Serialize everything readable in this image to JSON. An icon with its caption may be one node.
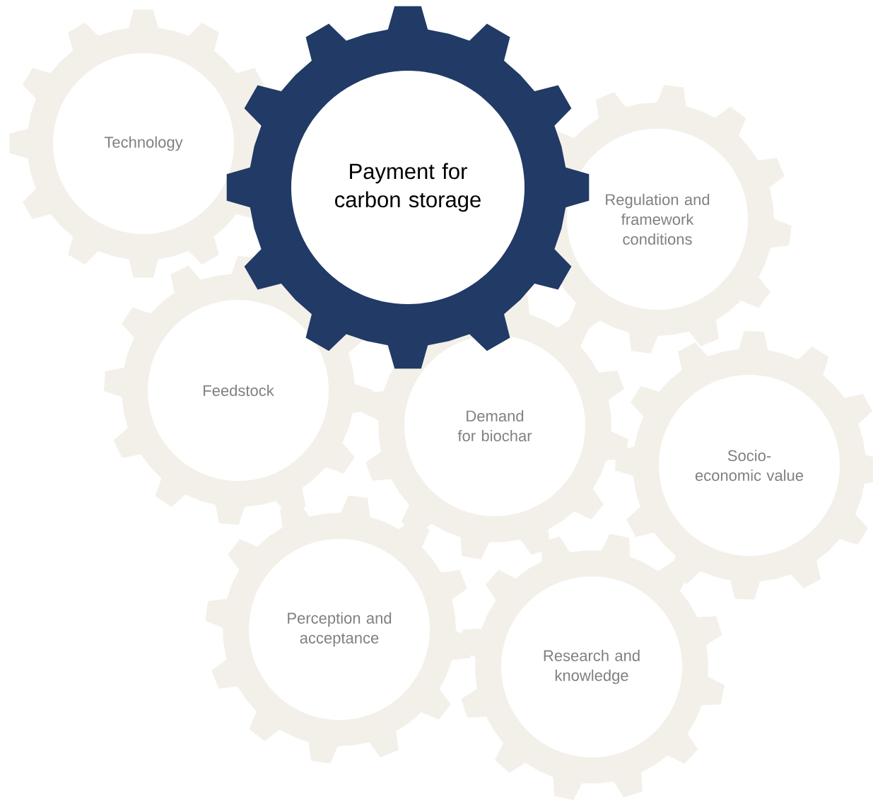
{
  "diagram": {
    "nodes": [
      {
        "text": [
          "Technology"
        ]
      },
      {
        "text": [
          "Regulation and framework conditions"
        ]
      },
      {
        "text": [
          "Feedstock"
        ]
      },
      {
        "text": [
          "Demand for biochar"
        ]
      },
      {
        "text": [
          "Socio-economic value"
        ]
      },
      {
        "text": [
          "Perception and acceptance"
        ]
      },
      {
        "text": [
          "Research and knowledge"
        ]
      },
      {
        "text": [
          "Payment for carbon storage"
        ]
      }
    ]
  }
}
